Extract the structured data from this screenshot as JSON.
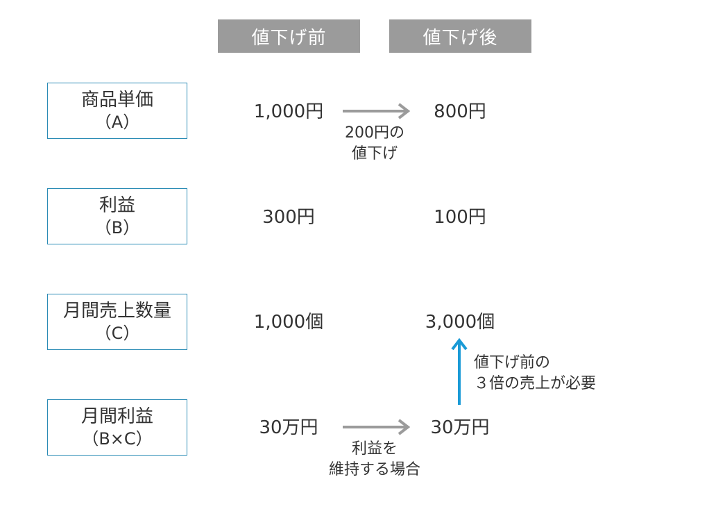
{
  "headers": {
    "before": "値下げ前",
    "after": "値下げ後"
  },
  "rows": [
    {
      "label": "商品単価",
      "sub": "（A）",
      "before": "1,000円",
      "after": "800円",
      "note": [
        "200円の",
        "値下げ"
      ]
    },
    {
      "label": "利益",
      "sub": "（B）",
      "before": "300円",
      "after": "100円"
    },
    {
      "label": "月間売上数量",
      "sub": "（C）",
      "before": "1,000個",
      "after": "3,000個"
    },
    {
      "label": "月間利益",
      "sub": "（B×C）",
      "before": "30万円",
      "after": "30万円",
      "note": [
        "利益を",
        "維持する場合"
      ]
    }
  ],
  "side_note": [
    "値下げ前の",
    "３倍の売上が必要"
  ],
  "colors": {
    "header_bg": "#9b9b9b",
    "box_border": "#2a8bb5",
    "gray_arrow": "#9b9b9b",
    "blue_arrow": "#1a9ad6"
  }
}
